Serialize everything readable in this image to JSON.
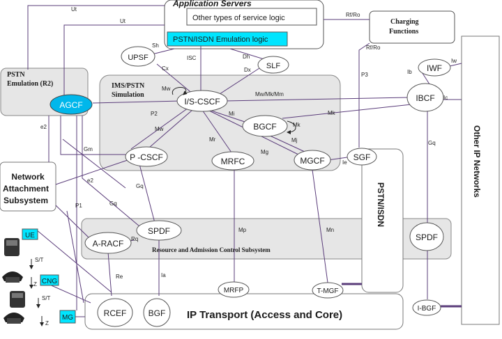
{
  "app_servers": {
    "title": "Application Servers",
    "other_logic": "Other types of service logic",
    "pstn_logic": "PSTN/ISDN Emulation logic"
  },
  "charging": {
    "line1": "Charging",
    "line2": "Functions"
  },
  "pstn_emulation": {
    "line1": "PSTN",
    "line2": "Emulation (R2)"
  },
  "ims": {
    "line1": "IMS/PSTN",
    "line2": "Simulation"
  },
  "nass": {
    "line1": "Network",
    "line2": "Attachment",
    "line3": "Subsystem"
  },
  "racs_label": "Resource and Admission Control Subsystem",
  "pstn_isdn": "PSTN/ISDN",
  "other_ip": "Other IP Networks",
  "transport": "IP Transport (Access and Core)",
  "nodes": {
    "agcf": "AGCF",
    "upsf": "UPSF",
    "slf": "SLF",
    "iscscf": "I/S-CSCF",
    "bgcf": "BGCF",
    "pcscf": "P -CSCF",
    "mrfc": "MRFC",
    "mgcf": "MGCF",
    "sgf": "SGF",
    "iwf": "IWF",
    "ibcf": "IBCF",
    "spdf_left": "SPDF",
    "spdf_right": "SPDF",
    "aracf": "A-RACF",
    "mrfp": "MRFP",
    "tmgf": "T-MGF",
    "rcef": "RCEF",
    "bgf": "BGF",
    "ibgf": "I-BGF",
    "ue": "UE",
    "cng": "CNG",
    "mg": "MG"
  },
  "interfaces": {
    "ut1": "Ut",
    "ut2": "Ut",
    "rfro1": "Rf/Ro",
    "rfro2": "Rf/Ro",
    "isc": "ISC",
    "sh": "Sh",
    "cx": "Cx",
    "dh": "Dh",
    "dx": "Dx",
    "p3": "P3",
    "lb": "Ib",
    "lw": "Iw",
    "mw1": "Mw",
    "mwmkmm": "Mw/Mk/Mm",
    "ic": "Ic",
    "p2": "P2",
    "mi": "Mi",
    "mk1": "Mk",
    "mk2": "Mk",
    "mj": "Mj",
    "mw2": "Mw",
    "mr": "Mr",
    "mg": "Mg",
    "ie": "Ie",
    "gq1": "Gq",
    "e2a": "e2",
    "e2b": "e2",
    "gm": "Gm",
    "gq2": "Gq",
    "gq3": "Gq",
    "p1": "P1",
    "rq": "Rq",
    "mp": "Mp",
    "mn": "Mn",
    "re": "Re",
    "ia": "Ia",
    "st1": "S/T",
    "z1": "Z",
    "st2": "S/T",
    "z2": "Z"
  },
  "colors": {
    "line": "#5a3c7a",
    "panel_fill": "#e8e8e8",
    "agcf_fill": "#00b7eb",
    "cyan_box": "#00e5ff",
    "border": "#555555"
  }
}
